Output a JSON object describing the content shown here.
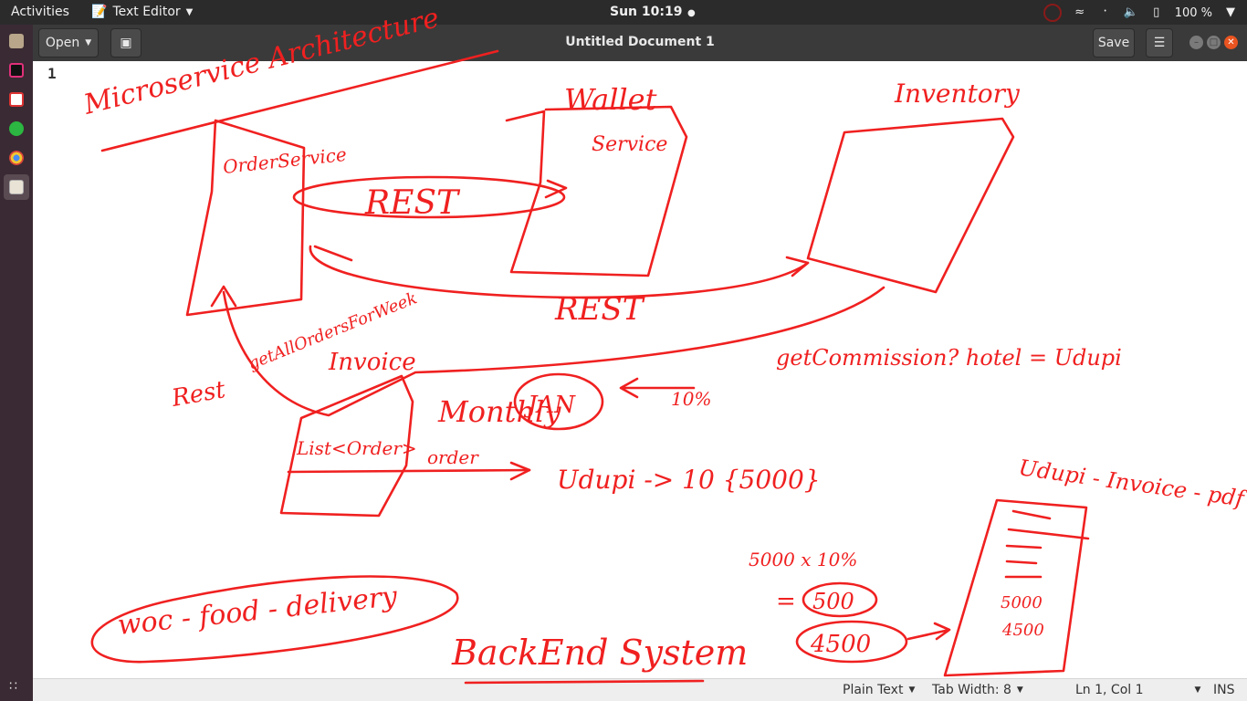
{
  "topbar": {
    "activities": "Activities",
    "app_name": "Text Editor",
    "clock": "Sun 10:19",
    "battery": "100 %"
  },
  "header": {
    "open_label": "Open",
    "title": "Untitled Document 1",
    "save_label": "Save"
  },
  "editor": {
    "line_number": "1"
  },
  "statusbar": {
    "language": "Plain Text",
    "tab_width": "Tab Width: 8",
    "cursor": "Ln 1, Col 1",
    "mode": "INS"
  },
  "ink": {
    "color": "#f02020",
    "labels": {
      "title": "Microservice Architecture",
      "wallet": "Wallet",
      "service": "Service",
      "inventory": "Inventory",
      "order_service": "OrderService",
      "rest1": "REST",
      "rest2": "REST",
      "get_all": "getAllOrdersForWeek",
      "invoice": "Invoice",
      "rest3": "Rest",
      "monthly": "Monthly",
      "jan": "JAN",
      "ten_pct": "10%",
      "commission": "getCommission? hotel = Udupi",
      "list_order": "List<Order>",
      "order": "order",
      "udupi_calc": "Udupi -> 10 {5000}",
      "calc": "5000 x 10%",
      "eq": "=",
      "five_hundred": "500",
      "forty_five": "4500",
      "udupi_invoice": "Udupi - Invoice - pdf",
      "doc_amount": "5000",
      "doc_amount2": "4500",
      "woc": "woc - food - delivery",
      "backend": "BackEnd System"
    }
  }
}
